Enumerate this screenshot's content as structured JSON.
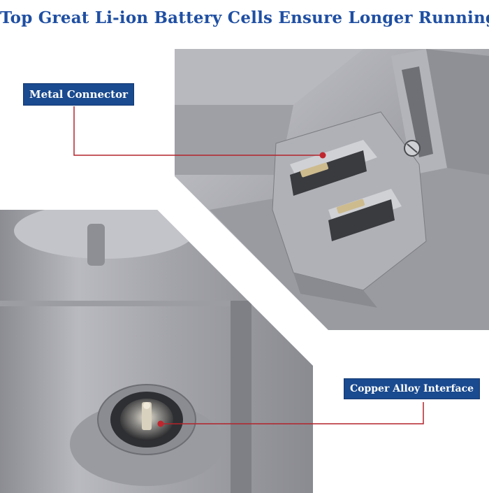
{
  "title": "Top Great Li-ion Battery Cells Ensure Longer Running",
  "callouts": {
    "metal_connector": "Metal Connector",
    "copper_alloy_interface": "Copper Alloy Interface"
  },
  "colors": {
    "title": "#1f4fa3",
    "label_bg": "#1a4a8f",
    "leader_line": "#b3232b",
    "plastic": "#a7a8ad"
  }
}
